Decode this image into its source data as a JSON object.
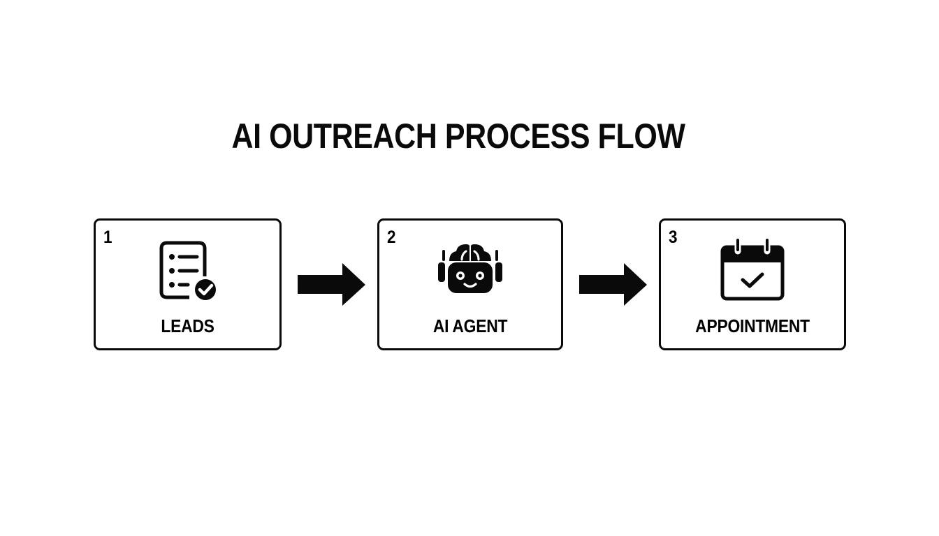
{
  "title": "AI OUTREACH PROCESS FLOW",
  "steps": [
    {
      "number": "1",
      "label": "LEADS",
      "icon": "checklist-icon"
    },
    {
      "number": "2",
      "label": "AI AGENT",
      "icon": "robot-brain-icon"
    },
    {
      "number": "3",
      "label": "APPOINTMENT",
      "icon": "calendar-check-icon"
    }
  ],
  "connectors": [
    {
      "from": "1",
      "to": "2",
      "icon": "arrow-right-icon"
    },
    {
      "from": "2",
      "to": "3",
      "icon": "arrow-right-icon"
    }
  ],
  "colors": {
    "background": "#ffffff",
    "foreground": "#0a0a0a"
  }
}
